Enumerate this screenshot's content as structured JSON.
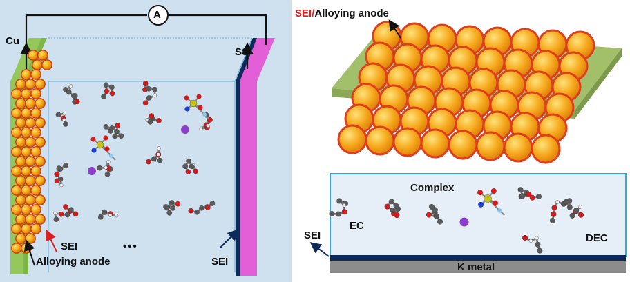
{
  "left_panel": {
    "ammeter_symbol": "A",
    "cu_label": "Cu",
    "ss_label": "SS",
    "sei_label_left": "SEI",
    "ellipsis": "•••",
    "alloying_anode_label": "Alloying anode",
    "sei_label_right": "SEI"
  },
  "top_right_panel": {
    "title_sei": "SEI",
    "title_slash": "/",
    "title_rest": "Alloying anode"
  },
  "bottom_right_panel": {
    "complex_label": "Complex",
    "ec_label": "EC",
    "dec_label": "DEC",
    "sei_label": "SEI",
    "k_metal_label": "K metal"
  },
  "colors": {
    "electrolyte": "#cfe0ef",
    "panel_border": "#34a6e0",
    "cu_plate": "#95c85a",
    "ss_plate": "#e35fd8",
    "particle": "#f4a81c",
    "sei_shell": "#e03c1e",
    "k_metal": "#8c8c8c",
    "sei_layer": "#0c2a5a",
    "substrate": "#a2c06a"
  }
}
